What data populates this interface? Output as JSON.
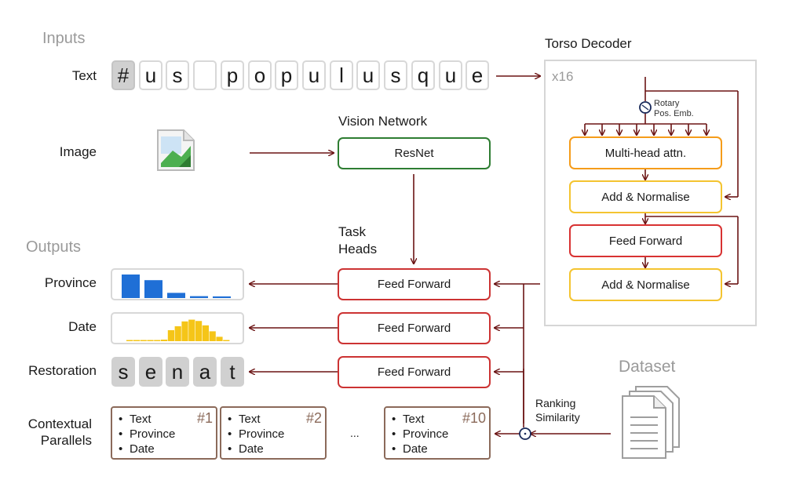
{
  "sections": {
    "inputs": "Inputs",
    "outputs": "Outputs",
    "torso_decoder": "Torso Decoder",
    "vision_network": "Vision Network",
    "task_heads_line1": "Task",
    "task_heads_line2": "Heads",
    "dataset": "Dataset"
  },
  "row_labels": {
    "text": "Text",
    "image": "Image",
    "province": "Province",
    "date": "Date",
    "restoration": "Restoration",
    "contextual_line1": "Contextual",
    "contextual_line2": "Parallels"
  },
  "text_input_chars": [
    "#",
    "u",
    "s",
    " ",
    "p",
    "o",
    "p",
    "u",
    "l",
    "u",
    "s",
    "q",
    "u",
    "e"
  ],
  "restoration_chars": [
    "s",
    "e",
    "n",
    "a",
    "t"
  ],
  "nodes": {
    "resnet": "ResNet",
    "feed_forward_province": "Feed Forward",
    "feed_forward_date": "Feed Forward",
    "feed_forward_restoration": "Feed Forward",
    "multi_head_attn": "Multi-head attn.",
    "add_normalise_1": "Add & Normalise",
    "feed_forward_torso": "Feed Forward",
    "add_normalise_2": "Add & Normalise"
  },
  "torso": {
    "repeat": "x16",
    "rotary_line1": "Rotary",
    "rotary_line2": "Pos. Emb."
  },
  "ranking": {
    "line1": "Ranking",
    "line2": "Similarity"
  },
  "parallels": [
    {
      "num": "#1",
      "items": [
        "Text",
        "Province",
        "Date"
      ]
    },
    {
      "num": "#2",
      "items": [
        "Text",
        "Province",
        "Date"
      ]
    },
    {
      "num": "#10",
      "items": [
        "Text",
        "Province",
        "Date"
      ]
    }
  ],
  "ellipsis": "...",
  "colors": {
    "arrow": "#6b1414",
    "province_bar": "#1f6fd6",
    "date_bar": "#f5c518"
  },
  "chart_data": [
    {
      "type": "bar",
      "name": "province",
      "values": [
        1.0,
        0.76,
        0.22,
        0.08,
        0.07
      ]
    },
    {
      "type": "bar",
      "name": "date",
      "values": [
        0.03,
        0.03,
        0.03,
        0.04,
        0.05,
        0.07,
        0.5,
        0.68,
        0.9,
        0.98,
        0.92,
        0.72,
        0.45,
        0.2,
        0.05
      ]
    }
  ]
}
